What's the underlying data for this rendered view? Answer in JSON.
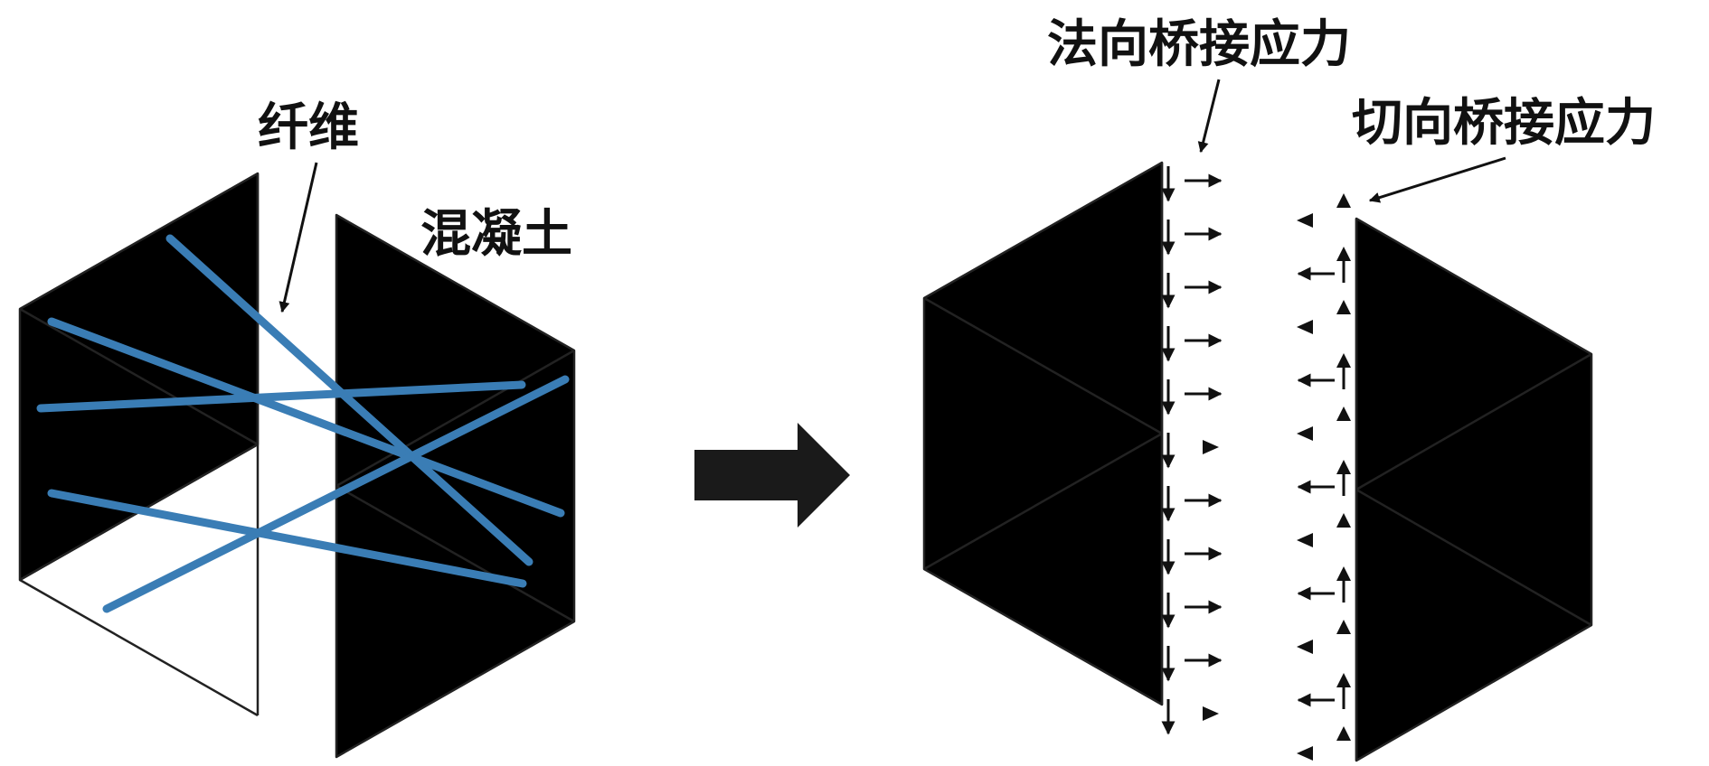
{
  "labels": {
    "fiber": "纤维",
    "concrete": "混凝土",
    "normal_stress": "法向桥接应力",
    "shear_stress": "切向桥接应力"
  },
  "colors": {
    "fiber": "#3a7db5",
    "concrete_face": "#e6e5e5",
    "line": "#222222",
    "arrow": "#111111"
  },
  "icons": {
    "transition": "right-arrow-icon"
  },
  "fiber_count": 5,
  "normal_arrow_count": 11,
  "shear_arrow_count": 11
}
